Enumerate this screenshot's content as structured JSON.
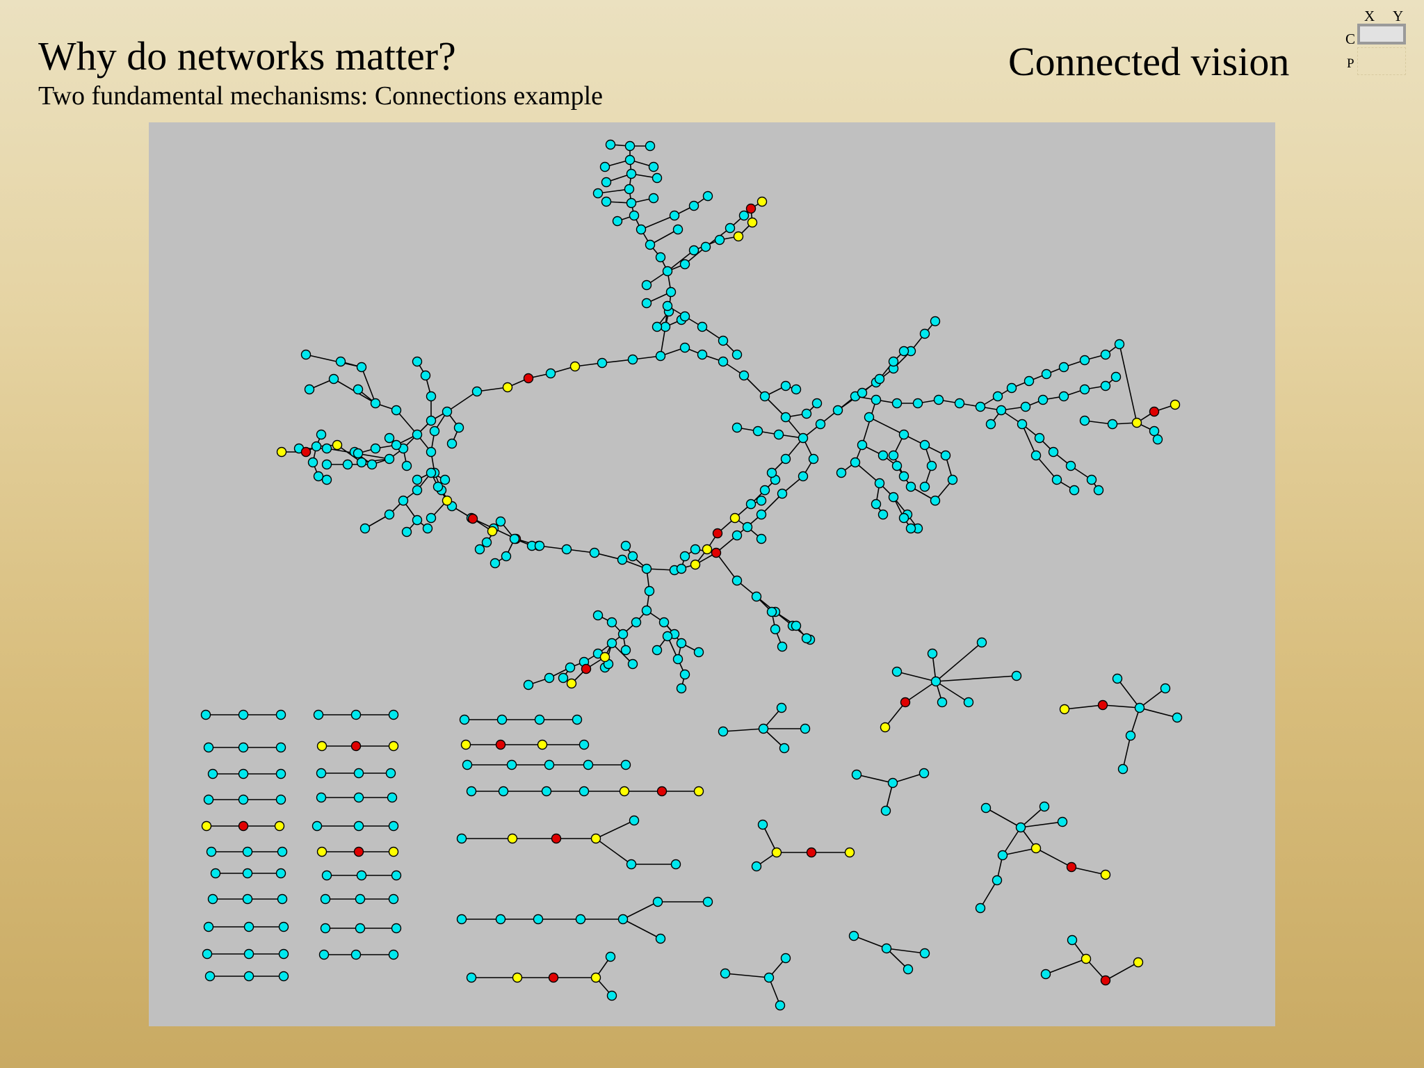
{
  "slide": {
    "title": "Why do networks matter?",
    "subtitle": "Two fundamental mechanisms: Connections example",
    "section_label": "Connected vision"
  },
  "nav": {
    "x_label": "X",
    "y_label": "Y",
    "c_label": "C",
    "p_label": "P"
  },
  "colors": {
    "panel_background": "#c0c0c0",
    "node_default": "cyan",
    "node_highlight_yellow": "yellow",
    "node_highlight_red": "red",
    "edge": "black"
  },
  "network": {
    "description_shown": false,
    "node_color_keys": {
      "c": "#00e8ee",
      "y": "#ffff00",
      "r": "#e00000"
    }
  }
}
